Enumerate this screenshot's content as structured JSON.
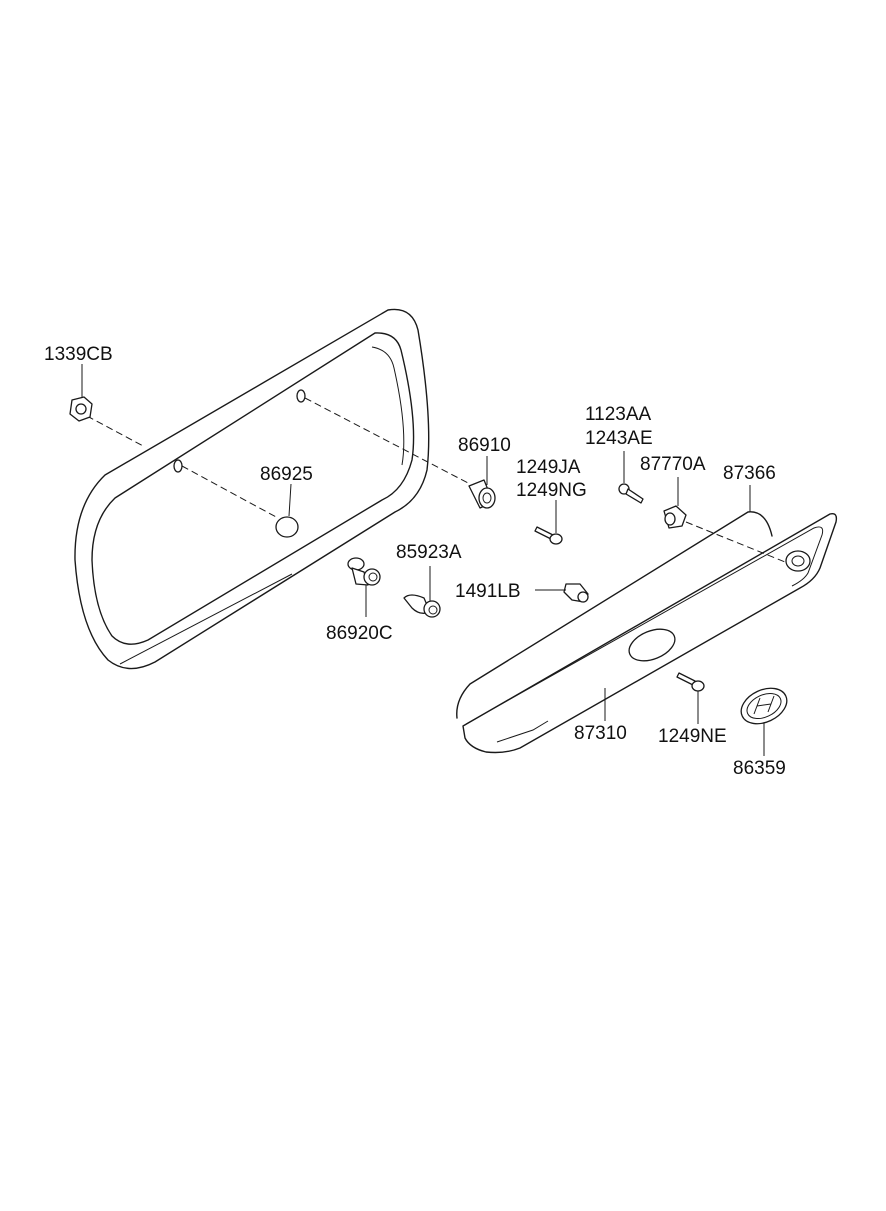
{
  "parts": {
    "p1339cb": "1339CB",
    "p86925": "86925",
    "p86910": "86910",
    "p1123aa": "1123AA",
    "p1243ae": "1243AE",
    "p1249ja": "1249JA",
    "p1249ng": "1249NG",
    "p87770a": "87770A",
    "p87366": "87366",
    "p85923a": "85923A",
    "p86920c": "86920C",
    "p1491lb": "1491LB",
    "p87310": "87310",
    "p1249ne": "1249NE",
    "p86359": "86359"
  }
}
